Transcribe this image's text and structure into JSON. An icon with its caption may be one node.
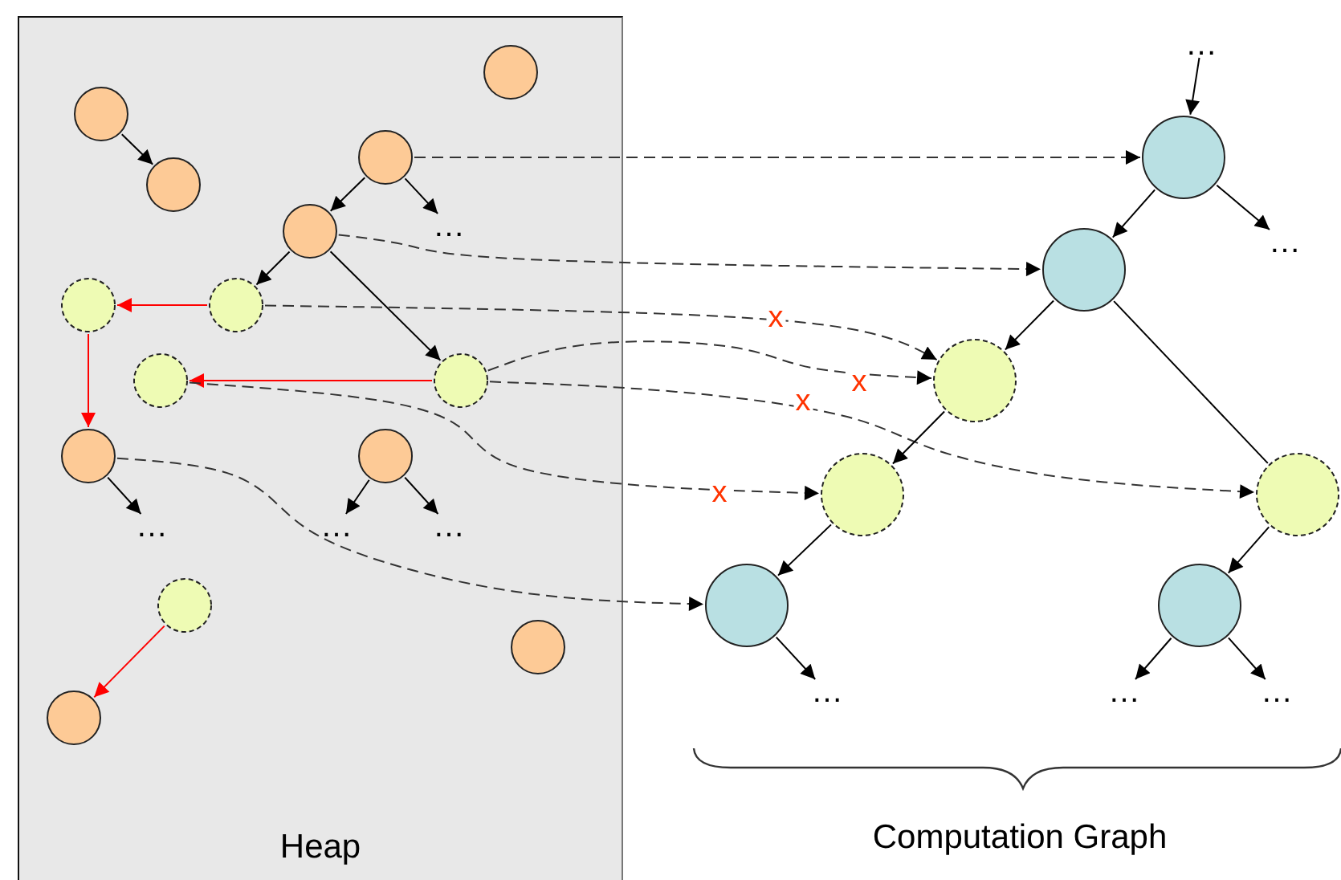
{
  "diagram": {
    "nodes": [
      {
        "text": [
          "Heap"
        ]
      },
      {
        "text": [],
        "shape": "circle",
        "in": 0
      },
      {
        "text": [],
        "shape": "circle",
        "in": 0
      },
      {
        "text": [],
        "shape": "circle",
        "in": 0
      },
      {
        "text": [],
        "shape": "circle",
        "in": 0
      },
      {
        "text": [],
        "shape": "circle",
        "in": 0
      },
      {
        "text": [
          "…"
        ],
        "in": 0
      },
      {
        "text": [],
        "shape": "circle",
        "in": 0
      },
      {
        "text": [],
        "shape": "circle",
        "in": 0
      },
      {
        "text": [],
        "shape": "circle",
        "in": 0
      },
      {
        "text": [],
        "shape": "circle",
        "in": 0
      },
      {
        "text": [],
        "shape": "circle",
        "in": 0
      },
      {
        "text": [],
        "shape": "circle",
        "in": 0
      },
      {
        "text": [
          "…"
        ],
        "in": 0
      },
      {
        "text": [
          "…"
        ],
        "in": 0
      },
      {
        "text": [
          "…"
        ],
        "in": 0
      },
      {
        "text": [],
        "shape": "circle",
        "in": 0
      },
      {
        "text": [],
        "shape": "circle",
        "in": 0
      },
      {
        "text": [],
        "shape": "circle",
        "in": 0
      },
      {
        "text": [
          "…"
        ]
      },
      {
        "text": [],
        "shape": "circle"
      },
      {
        "text": [
          "…"
        ]
      },
      {
        "text": [],
        "shape": "circle"
      },
      {
        "text": [],
        "shape": "circle"
      },
      {
        "text": [],
        "shape": "circle"
      },
      {
        "text": [],
        "shape": "circle"
      },
      {
        "text": [],
        "shape": "circle"
      },
      {
        "text": [],
        "shape": "circle"
      },
      {
        "text": [
          "…"
        ]
      },
      {
        "text": [
          "…"
        ]
      },
      {
        "text": [
          "…"
        ]
      }
    ],
    "edges": [
      {
        "from": 2,
        "to": 4,
        "arrow": "to"
      },
      {
        "from": 3,
        "to": 5,
        "arrow": "to"
      },
      {
        "from": 3,
        "to": 6,
        "arrow": "to"
      },
      {
        "from": 5,
        "to": 8,
        "arrow": "to"
      },
      {
        "from": 5,
        "to": 10,
        "arrow": "to"
      },
      {
        "from": 8,
        "to": 7,
        "arrow": "to",
        "color": "#ff0000"
      },
      {
        "from": 7,
        "to": 11,
        "arrow": "to",
        "color": "#ff0000"
      },
      {
        "from": 10,
        "to": 9,
        "arrow": "to",
        "color": "#ff0000"
      },
      {
        "from": 11,
        "to": 13,
        "arrow": "to"
      },
      {
        "from": 12,
        "to": 14,
        "arrow": "to"
      },
      {
        "from": 12,
        "to": 15,
        "arrow": "to"
      },
      {
        "from": 16,
        "to": 18,
        "arrow": "to",
        "color": "#ff0000"
      },
      {
        "from": 3,
        "to": 20,
        "arrow": "to",
        "style": "dashed"
      },
      {
        "from": 5,
        "to": 22,
        "arrow": "to",
        "style": "dashed"
      },
      {
        "from": 8,
        "to": 23,
        "arrow": "to",
        "style": "dashed",
        "label": "x"
      },
      {
        "from": 10,
        "to": 23,
        "arrow": "to",
        "style": "dashed",
        "label": "x"
      },
      {
        "from": 10,
        "to": 25,
        "arrow": "to",
        "style": "dashed",
        "label": "x"
      },
      {
        "from": 9,
        "to": 24,
        "arrow": "to",
        "style": "dashed",
        "label": "x"
      },
      {
        "from": 11,
        "to": 26,
        "arrow": "to",
        "style": "dashed"
      },
      {
        "from": 19,
        "to": 20,
        "arrow": "to"
      },
      {
        "from": 20,
        "to": 21,
        "arrow": "to"
      },
      {
        "from": 20,
        "to": 22,
        "arrow": "to"
      },
      {
        "from": 22,
        "to": 23,
        "arrow": "to"
      },
      {
        "from": 22,
        "to": 25,
        "arrow": "none"
      },
      {
        "from": 23,
        "to": 24,
        "arrow": "to"
      },
      {
        "from": 24,
        "to": 26,
        "arrow": "to"
      },
      {
        "from": 26,
        "to": 28,
        "arrow": "to"
      },
      {
        "from": 25,
        "to": 27,
        "arrow": "to"
      },
      {
        "from": 27,
        "to": 29,
        "arrow": "to"
      },
      {
        "from": 27,
        "to": 30,
        "arrow": "to"
      }
    ],
    "labels": [
      "Computation Graph"
    ]
  }
}
